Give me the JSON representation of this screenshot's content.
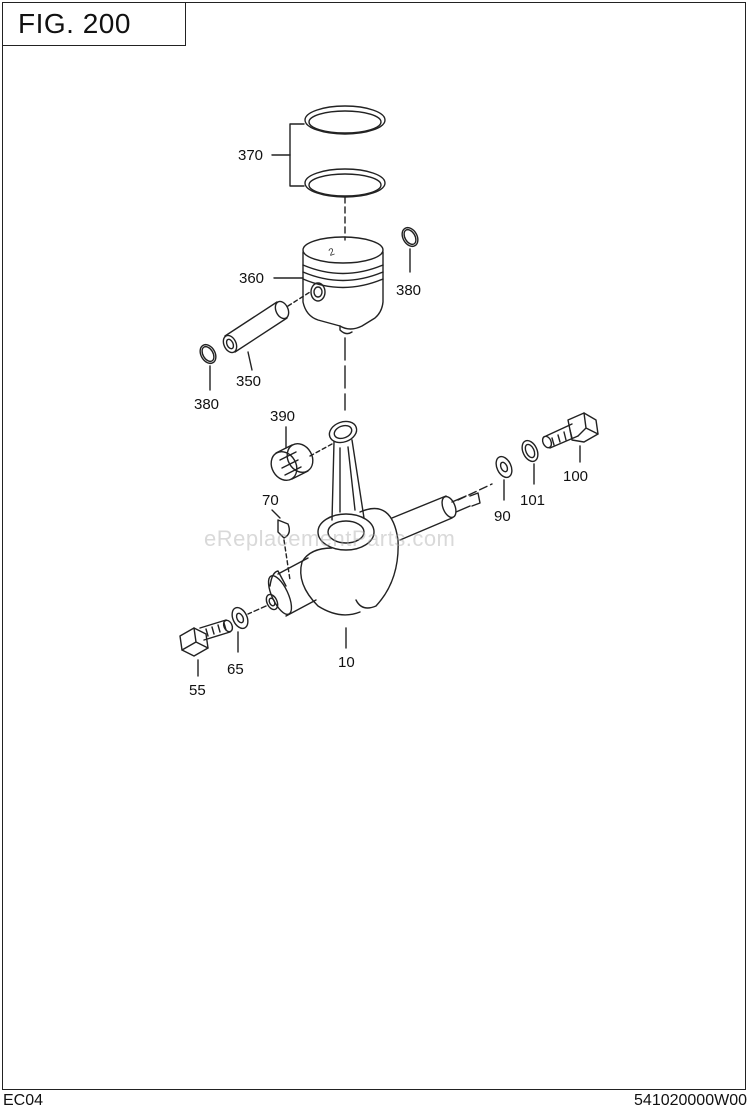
{
  "figure": {
    "title": "FIG. 200"
  },
  "watermark": "eReplacementParts.com",
  "footer": {
    "left_code": "EC04",
    "right_code": "541020000W00"
  },
  "callouts": {
    "crankshaft": "10",
    "bolt_55": "55",
    "washer_65": "65",
    "key_70": "70",
    "washer_90": "90",
    "bolt_100": "100",
    "spring_washer_101": "101",
    "piston_pin": "350",
    "piston": "360",
    "piston_rings": "370",
    "circlip_left": "380",
    "circlip_right": "380",
    "needle_bearing": "390"
  },
  "piston_marking": "2"
}
